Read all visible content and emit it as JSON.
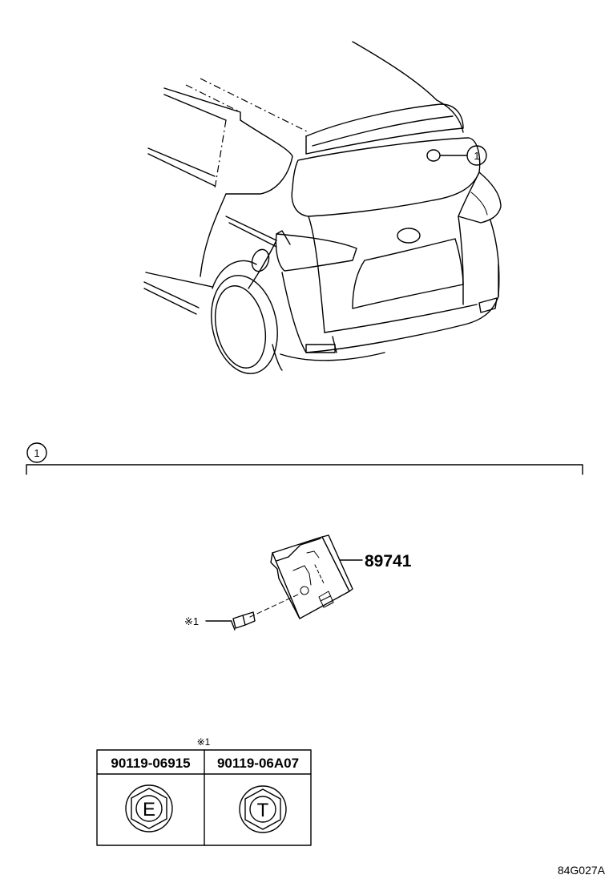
{
  "callout": {
    "ref": "1"
  },
  "section": {
    "ref": "1"
  },
  "part": {
    "number": "89741"
  },
  "fastener": {
    "note_ref": "※1"
  },
  "table": {
    "note_ref": "※1",
    "columns": [
      {
        "part_no": "90119-06915",
        "head_mark": "E"
      },
      {
        "part_no": "90119-06A07",
        "head_mark": "T"
      }
    ]
  },
  "diagram_code": "84G027A"
}
